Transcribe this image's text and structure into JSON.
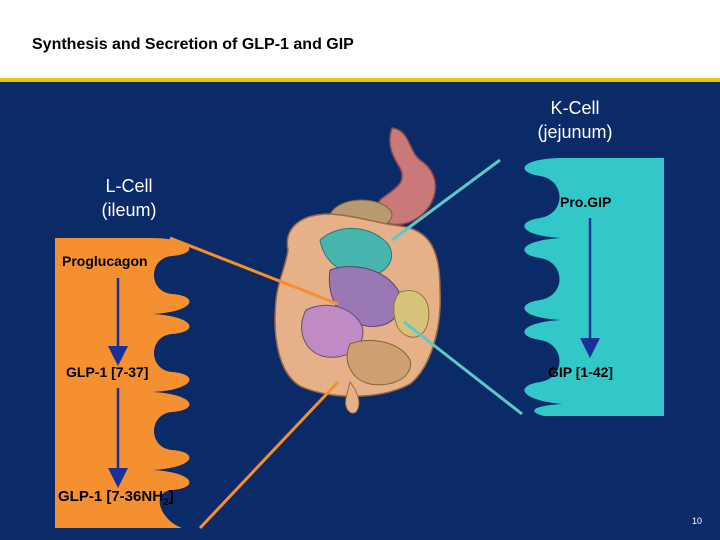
{
  "slide": {
    "title": "Synthesis and Secretion of GLP-1 and GIP",
    "page_number": "10"
  },
  "l_cell": {
    "name": "L-Cell",
    "location": "(ileum)",
    "precursor": "Proglucagon",
    "product1": "GLP-1 [7-37]",
    "product2_prefix": "GLP-1 [7-36NH",
    "product2_sub": "2",
    "product2_suffix": "]",
    "color": "#f4902f"
  },
  "k_cell": {
    "name": "K-Cell",
    "location": "(jejunum)",
    "precursor": "Pro.GIP",
    "product": "GIP [1-42]",
    "color": "#32c8c8"
  },
  "colors": {
    "background": "#0b2a68",
    "title_rule": "#e8c800",
    "arrow": "#1b2f9a"
  }
}
